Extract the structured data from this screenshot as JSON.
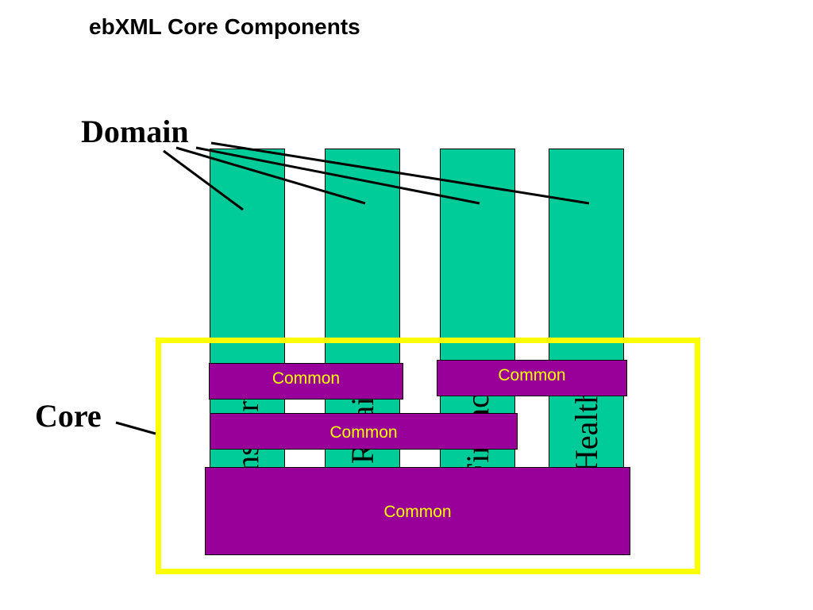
{
  "title": "ebXML Core Components",
  "labels": {
    "domain": "Domain",
    "core": "Core"
  },
  "domains": [
    {
      "name": "Transport"
    },
    {
      "name": "Retail"
    },
    {
      "name": "Finance"
    },
    {
      "name": "Health"
    }
  ],
  "common_blocks": [
    {
      "label": "Common"
    },
    {
      "label": "Common"
    },
    {
      "label": "Common"
    },
    {
      "label": "Common"
    }
  ],
  "colors": {
    "domain_fill": "#00cc99",
    "common_fill": "#990099",
    "common_text": "#ffff00",
    "core_frame": "#ffff00"
  }
}
